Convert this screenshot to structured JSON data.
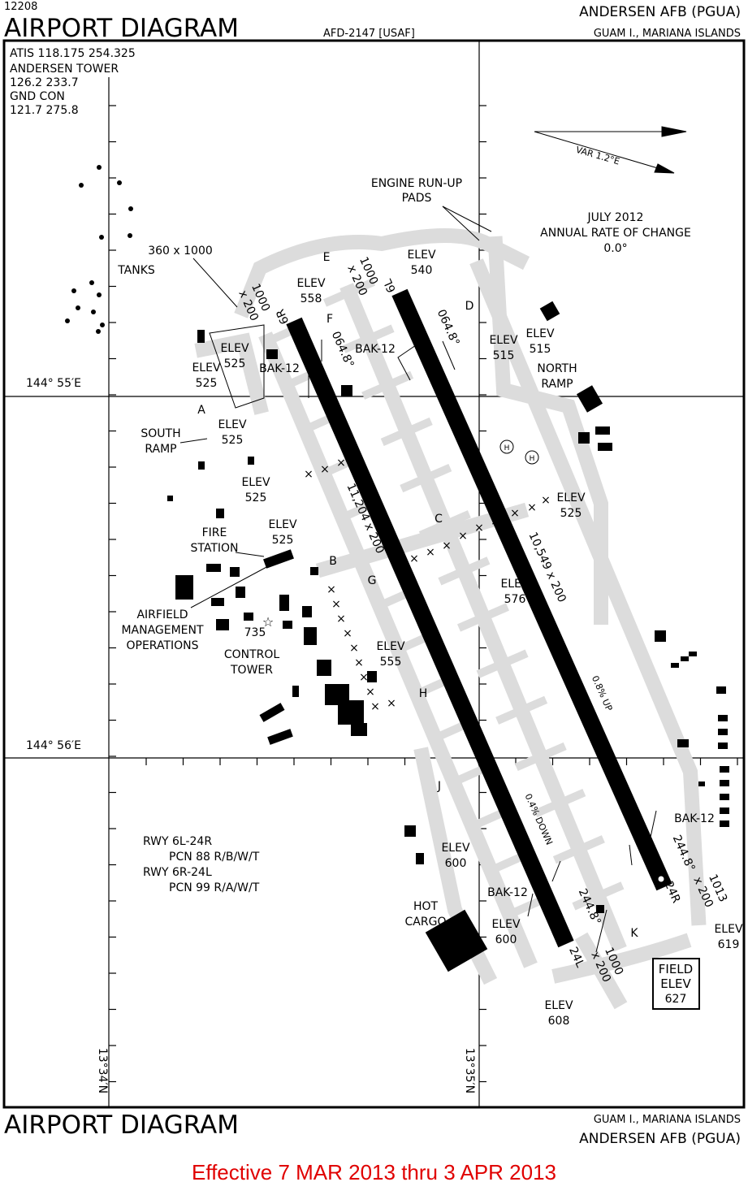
{
  "header": {
    "chart_number": "12208",
    "title": "AIRPORT DIAGRAM",
    "afd": "AFD-2147 [USAF]",
    "airport": "ANDERSEN AFB  (PGUA)",
    "location": "GUAM I., MARIANA ISLANDS"
  },
  "frequencies": [
    "ATIS 118.175  254.325",
    "ANDERSEN TOWER",
    "126.2  233.7",
    "GND CON",
    "121.7  275.8"
  ],
  "coords": {
    "lon1": "144° 55′E",
    "lon2": "144° 56′E",
    "lat1": "13°34′N",
    "lat2": "13°35′N"
  },
  "variation": {
    "var": "VAR 1.2°E",
    "lines": [
      "JULY 2012",
      "ANNUAL RATE OF CHANGE",
      "0.0°"
    ]
  },
  "runways": {
    "r6R": "6R",
    "r6L": "6L",
    "r24L": "24L",
    "r24R": "24R",
    "len_6R24L": "11,204 x 200",
    "len_6L24R": "10,549 x 200",
    "hdg_064_a": "064.8°",
    "hdg_064_b": "064.8°",
    "hdg_244_a": "244.8°",
    "hdg_244_b": "244.8°",
    "grad_up": "0.8% UP",
    "grad_down": "0.4% DOWN",
    "overrun_a": [
      "1000",
      "x 200"
    ],
    "overrun_b": [
      "1000",
      "x 200"
    ],
    "overrun_c": [
      "1000",
      "x 200"
    ],
    "overrun_d": [
      "1013",
      "x 200"
    ],
    "overrun_e": "360 x 1000"
  },
  "arresting": [
    "BAK-12",
    "BAK-12",
    "BAK-12",
    "BAK-12"
  ],
  "taxiways": [
    "A",
    "B",
    "C",
    "D",
    "E",
    "F",
    "G",
    "H",
    "J",
    "K"
  ],
  "places": {
    "tanks": "TANKS",
    "engine": [
      "ENGINE RUN-UP",
      "PADS"
    ],
    "south_ramp": [
      "SOUTH",
      "RAMP"
    ],
    "north_ramp": [
      "NORTH",
      "RAMP"
    ],
    "fire": [
      "FIRE",
      "STATION"
    ],
    "afm": [
      "AIRFIELD",
      "MANAGEMENT",
      "OPERATIONS"
    ],
    "tower_elev": "735",
    "tower": [
      "CONTROL",
      "TOWER"
    ],
    "hot_cargo": [
      "HOT",
      "CARGO"
    ],
    "heli": "H"
  },
  "elevations": {
    "label": "ELEV",
    "values": [
      "558",
      "540",
      "525",
      "525",
      "515",
      "515",
      "525",
      "525",
      "525",
      "525",
      "576",
      "555",
      "600",
      "600",
      "608",
      "619"
    ]
  },
  "field_elev": {
    "lines": [
      "FIELD",
      "ELEV"
    ],
    "value": "627"
  },
  "pcn": [
    "RWY 6L-24R",
    "PCN 88 R/B/W/T",
    "RWY 6R-24L",
    "PCN 99 R/A/W/T"
  ],
  "footer": {
    "title": "AIRPORT DIAGRAM",
    "location": "GUAM I., MARIANA ISLANDS",
    "airport": "ANDERSEN AFB  (PGUA)",
    "effective": "Effective 7 MAR 2013 thru 3 APR 2013"
  }
}
